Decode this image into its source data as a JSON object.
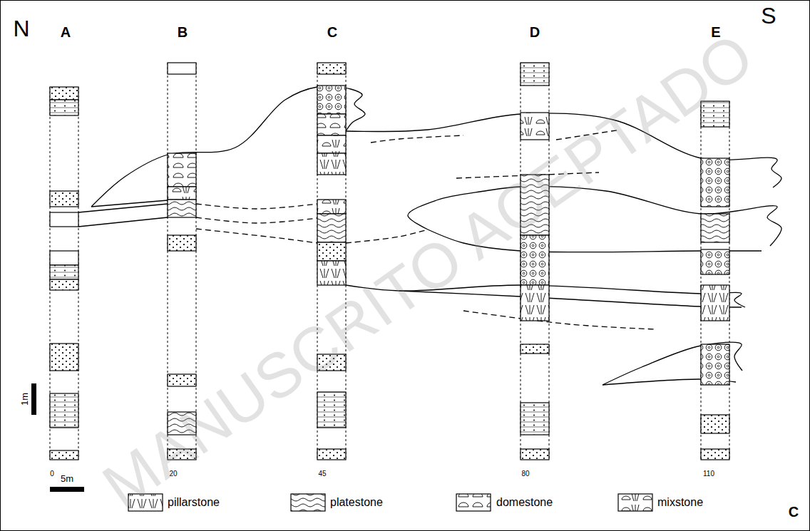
{
  "diagram": {
    "labels": [
      "N",
      "S",
      "A",
      "B",
      "C",
      "D",
      "E",
      "1m",
      "5m",
      "0",
      "20",
      "45",
      "80",
      "110",
      "C",
      "MANUSCRITO ACEPTADO"
    ],
    "legend": [
      {
        "text": "pillarstone"
      },
      {
        "text": "platestone"
      },
      {
        "text": "domestone"
      },
      {
        "text": "mixstone"
      }
    ]
  }
}
